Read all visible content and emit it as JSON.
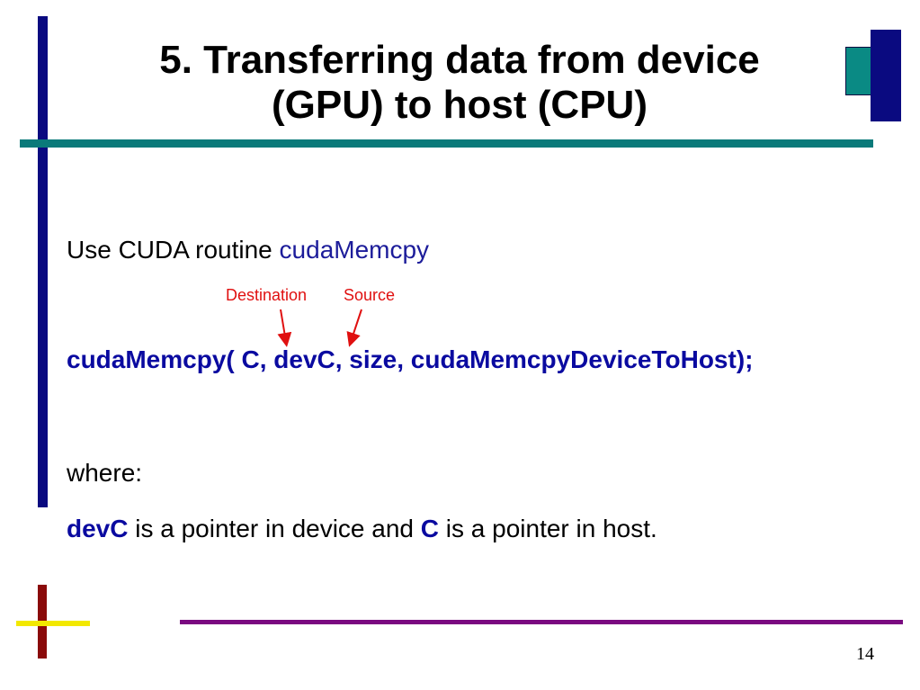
{
  "slide": {
    "title_line1": "5. Transferring data from device",
    "title_line2": "(GPU) to host (CPU)",
    "intro_prefix": "Use CUDA routine ",
    "intro_keyword": "cudaMemcpy",
    "annotation_destination": "Destination",
    "annotation_source": "Source",
    "code_line": "cudaMemcpy( C, devC, size, cudaMemcpyDeviceToHost);",
    "where_label": "where:",
    "explanation": {
      "term1": "devC",
      "text1": " is a pointer in device and ",
      "term2": "C",
      "text2": " is a pointer in host."
    },
    "page_number": "14"
  },
  "colors": {
    "navy": "#0a0a80",
    "teal": "#0a7a7a",
    "dark_red": "#8a0a0a",
    "yellow": "#f2e800",
    "purple": "#7a0a80",
    "code_blue": "#0a0aa0",
    "annotation_red": "#e01010"
  }
}
